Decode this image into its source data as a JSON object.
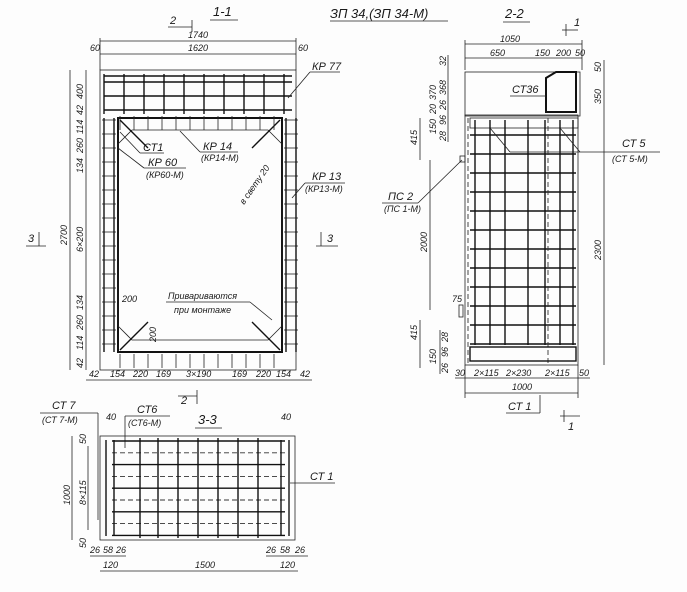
{
  "title": "ЗП 34,(ЗП 34-М)",
  "section_1_1": {
    "title": "1-1",
    "cut_mark_top": "2",
    "cut_mark_bottom": "2",
    "cut_mark_left": "3",
    "cut_mark_right": "3",
    "dims_top": [
      "1740",
      "1620",
      "60",
      "60"
    ],
    "dims_left": [
      "2700",
      "400",
      "42",
      "114",
      "260",
      "134",
      "6×200",
      "134",
      "260",
      "114",
      "42"
    ],
    "dims_bottom": [
      "42",
      "154",
      "220",
      "169",
      "3×190",
      "169",
      "220",
      "154",
      "42"
    ],
    "dims_inner": [
      "200",
      "200"
    ],
    "labels": {
      "kp77": "КР 77",
      "kp14": "КР 14",
      "kp14m": "(КР14-М)",
      "ct1": "СТ1",
      "kp60": "КР 60",
      "kp60m": "(КР60-М)",
      "clear": "в свету 20",
      "kp13": "КР 13",
      "kp13m": "(КР13-М)",
      "note1": "Привариваются",
      "note2": "при монтаже"
    }
  },
  "section_2_2": {
    "title": "2-2",
    "cut_mark_top": "1",
    "cut_mark_bottom": "1",
    "dims_top": [
      "1050",
      "650",
      "150",
      "200",
      "50"
    ],
    "dims_right": [
      "50",
      "350",
      "2300"
    ],
    "dims_left": [
      "32",
      "370",
      "368",
      "20",
      "26",
      "150",
      "96",
      "28",
      "415",
      "2000",
      "75",
      "415",
      "150",
      "96",
      "26",
      "28"
    ],
    "dims_bottom": [
      "30",
      "2×115",
      "2×230",
      "2×115",
      "50",
      "1000"
    ],
    "labels": {
      "ct36": "СТ36",
      "ct5": "СТ 5",
      "ct5m": "(СТ 5-М)",
      "pc2": "ПС 2",
      "pc1m": "(ПС 1-М)",
      "ct1": "СТ 1"
    }
  },
  "section_3_3": {
    "title": "3-3",
    "dims_top": [
      "40",
      "40"
    ],
    "dims_left": [
      "50",
      "1000",
      "8×115",
      "50"
    ],
    "dims_bottom": [
      "26",
      "58",
      "26",
      "26",
      "58",
      "26",
      "120",
      "1500",
      "120"
    ],
    "labels": {
      "ct7": "СТ 7",
      "ct7m": "(СТ 7-М)",
      "ct6": "СТ6",
      "ct6m": "(СТ6-М)",
      "ct1": "СТ 1"
    }
  }
}
